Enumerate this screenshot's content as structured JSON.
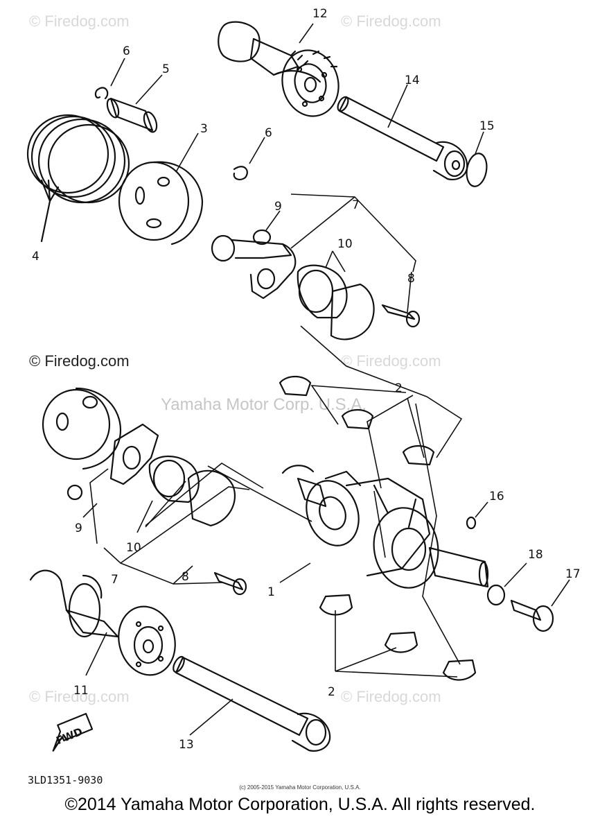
{
  "watermarks": {
    "firedog": "© Firedog.com",
    "center": "Yamaha Motor Corp. U.S.A."
  },
  "callouts": {
    "c1": "1",
    "c2a": "2",
    "c2b": "2",
    "c3": "3",
    "c4": "4",
    "c5": "5",
    "c6a": "6",
    "c6b": "6",
    "c7a": "7",
    "c7b": "7",
    "c8a": "8",
    "c8b": "8",
    "c9a": "9",
    "c9b": "9",
    "c10a": "10",
    "c10b": "10",
    "c11": "11",
    "c12": "12",
    "c13": "13",
    "c14": "14",
    "c15": "15",
    "c16": "16",
    "c17": "17",
    "c18": "18"
  },
  "fwd_label": "FWD",
  "part_number": "3LD1351-9030",
  "small_copyright": "(c) 2005-2015 Yamaha Motor Corporation, U.S.A.",
  "copyright": "©2014 Yamaha Motor Corporation, U.S.A. All rights reserved."
}
